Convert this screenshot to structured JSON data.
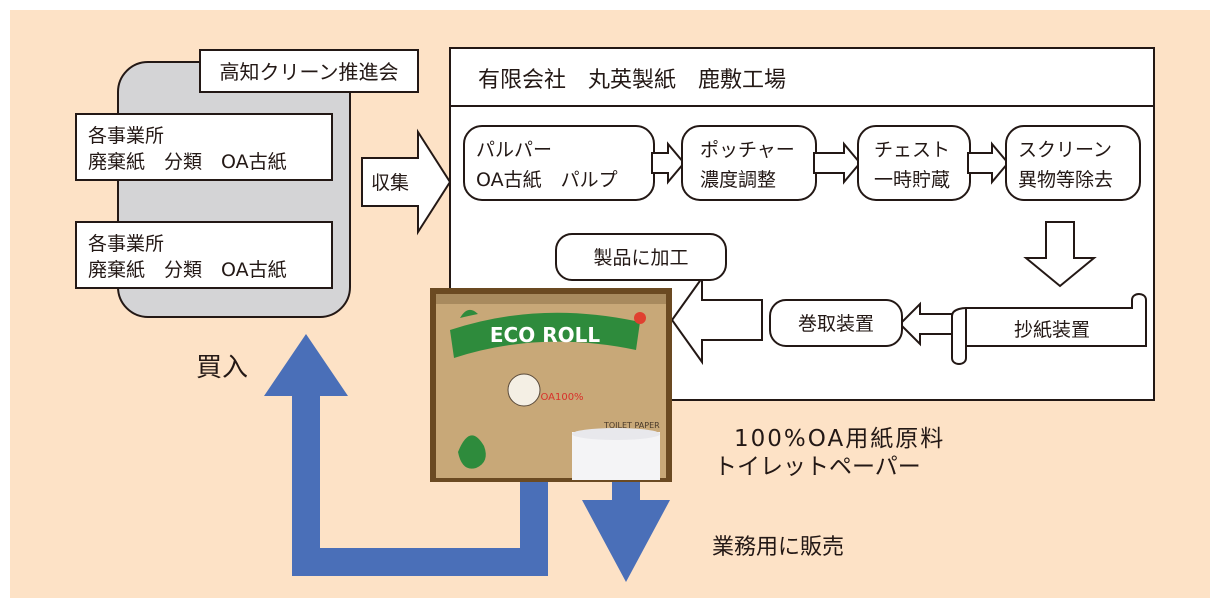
{
  "colors": {
    "background": "#fde2c6",
    "group_fill": "#d4d4d6",
    "flow_arrow": "#4a6fb8",
    "ink": "#231815"
  },
  "left": {
    "group_label": "高知クリーン推進会",
    "office_1": {
      "line1": "各事業所",
      "line2": "廃棄紙　分類　OA古紙"
    },
    "office_2": {
      "line1": "各事業所",
      "line2": "廃棄紙　分類　OA古紙"
    },
    "collect_label": "収集",
    "purchase_label": "買入"
  },
  "factory": {
    "title": "有限会社　丸英製紙　鹿敷工場",
    "steps": {
      "pulper": {
        "line1": "パルパー",
        "line2": "OA古紙　パルプ"
      },
      "potcher": {
        "line1": "ポッチャー",
        "line2": "濃度調整"
      },
      "chest": {
        "line1": "チェスト",
        "line2": "一時貯蔵"
      },
      "screen": {
        "line1": "スクリーン",
        "line2": "異物等除去"
      },
      "papermaking": "抄紙装置",
      "winding": "巻取装置",
      "processing": "製品に加工"
    }
  },
  "product": {
    "brand": "ECO ROLL",
    "badge": "OA100%",
    "package_caption": "TOILET PAPER",
    "caption_line1": "100%OA用紙原料",
    "caption_line2": "トイレットペーパー",
    "sale_label": "業務用に販売"
  }
}
